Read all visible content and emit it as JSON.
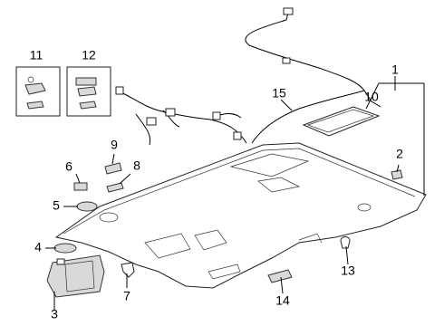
{
  "callouts": {
    "c1": "1",
    "c2": "2",
    "c3": "3",
    "c4": "4",
    "c5": "5",
    "c6": "6",
    "c7": "7",
    "c8": "8",
    "c9": "9",
    "c10": "10",
    "c11": "11",
    "c12": "12",
    "c13": "13",
    "c14": "14",
    "c15": "15"
  },
  "colors": {
    "line": "#000000",
    "part_fill": "#d9d9d9",
    "background": "#ffffff"
  }
}
